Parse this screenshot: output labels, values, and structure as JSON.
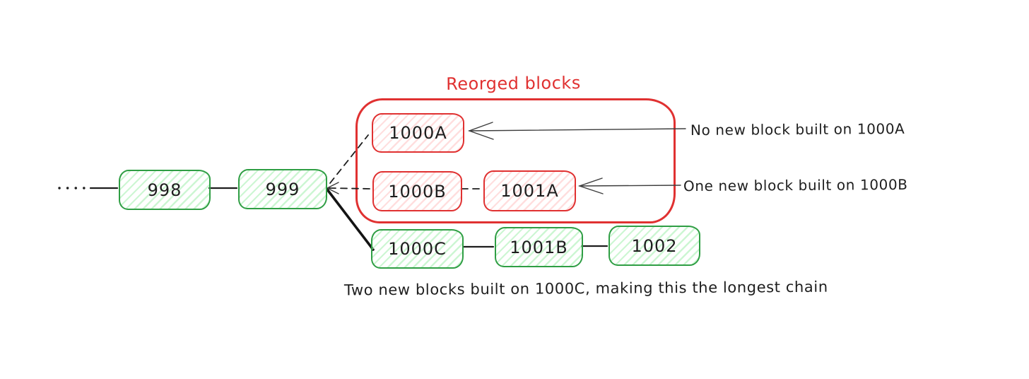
{
  "colors": {
    "canonical_stroke": "#2f9e44",
    "canonical_fill": "#b2f2bb",
    "reorg_stroke": "#e03131",
    "reorg_fill": "#ffc9c9",
    "text": "#1e1e1e",
    "arrow": "#3d3d3d"
  },
  "reorg_group": {
    "title": "Reorged blocks"
  },
  "blocks": [
    {
      "label": "998",
      "status": "canonical"
    },
    {
      "label": "999",
      "status": "canonical"
    },
    {
      "label": "1000A",
      "status": "reorged"
    },
    {
      "label": "1000B",
      "status": "reorged"
    },
    {
      "label": "1001A",
      "status": "reorged"
    },
    {
      "label": "1000C",
      "status": "canonical"
    },
    {
      "label": "1001B",
      "status": "canonical"
    },
    {
      "label": "1002",
      "status": "canonical"
    }
  ],
  "annotations": [
    {
      "text": "No new block built on 1000A"
    },
    {
      "text": "One new block built on 1000B"
    },
    {
      "text": "Two new blocks built on 1000C, making this the longest chain"
    }
  ],
  "edges": [
    {
      "from": "ellipsis",
      "to": "998",
      "style": "solid"
    },
    {
      "from": "998",
      "to": "999",
      "style": "solid"
    },
    {
      "from": "1000A",
      "to": "999",
      "style": "dashed"
    },
    {
      "from": "1000B",
      "to": "999",
      "style": "dashed-arrow"
    },
    {
      "from": "1001A",
      "to": "1000B",
      "style": "dashed"
    },
    {
      "from": "1000C",
      "to": "999",
      "style": "bold"
    },
    {
      "from": "1001B",
      "to": "1000C",
      "style": "solid"
    },
    {
      "from": "1002",
      "to": "1001B",
      "style": "solid"
    }
  ]
}
